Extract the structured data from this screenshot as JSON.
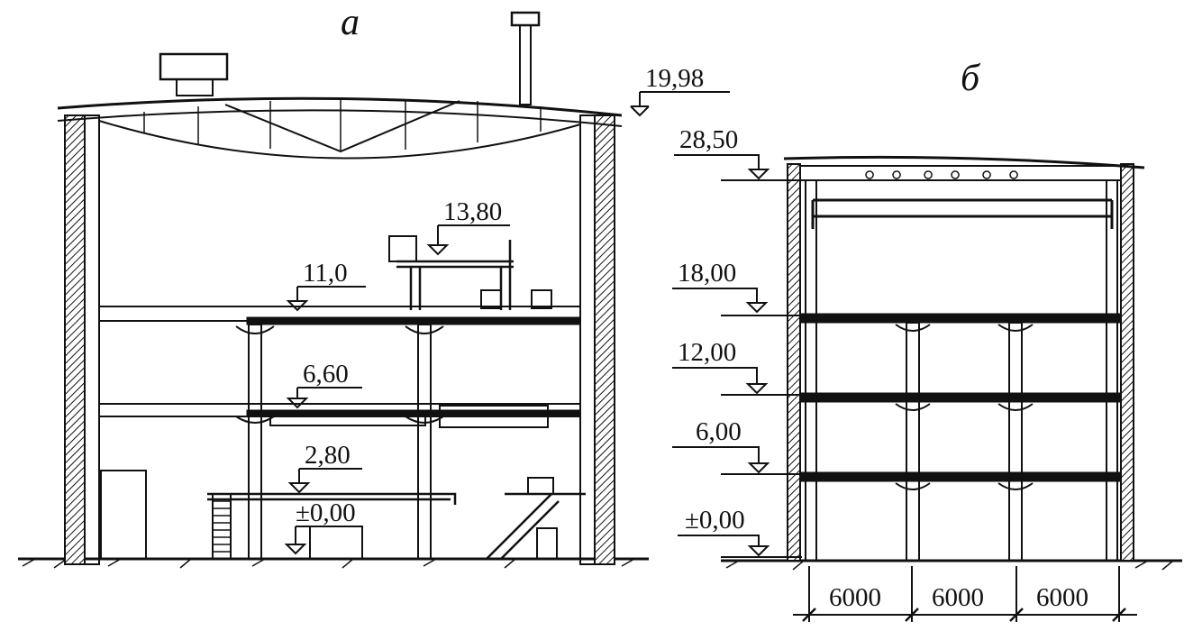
{
  "section_a": {
    "title": "а",
    "elevations": [
      "19,98",
      "13,80",
      "11,0",
      "6,60",
      "2,80",
      "±0,00"
    ]
  },
  "section_b": {
    "title": "б",
    "elevations": [
      "28,50",
      "18,00",
      "12,00",
      "6,00",
      "±0,00"
    ],
    "spans": [
      "6000",
      "6000",
      "6000"
    ]
  }
}
